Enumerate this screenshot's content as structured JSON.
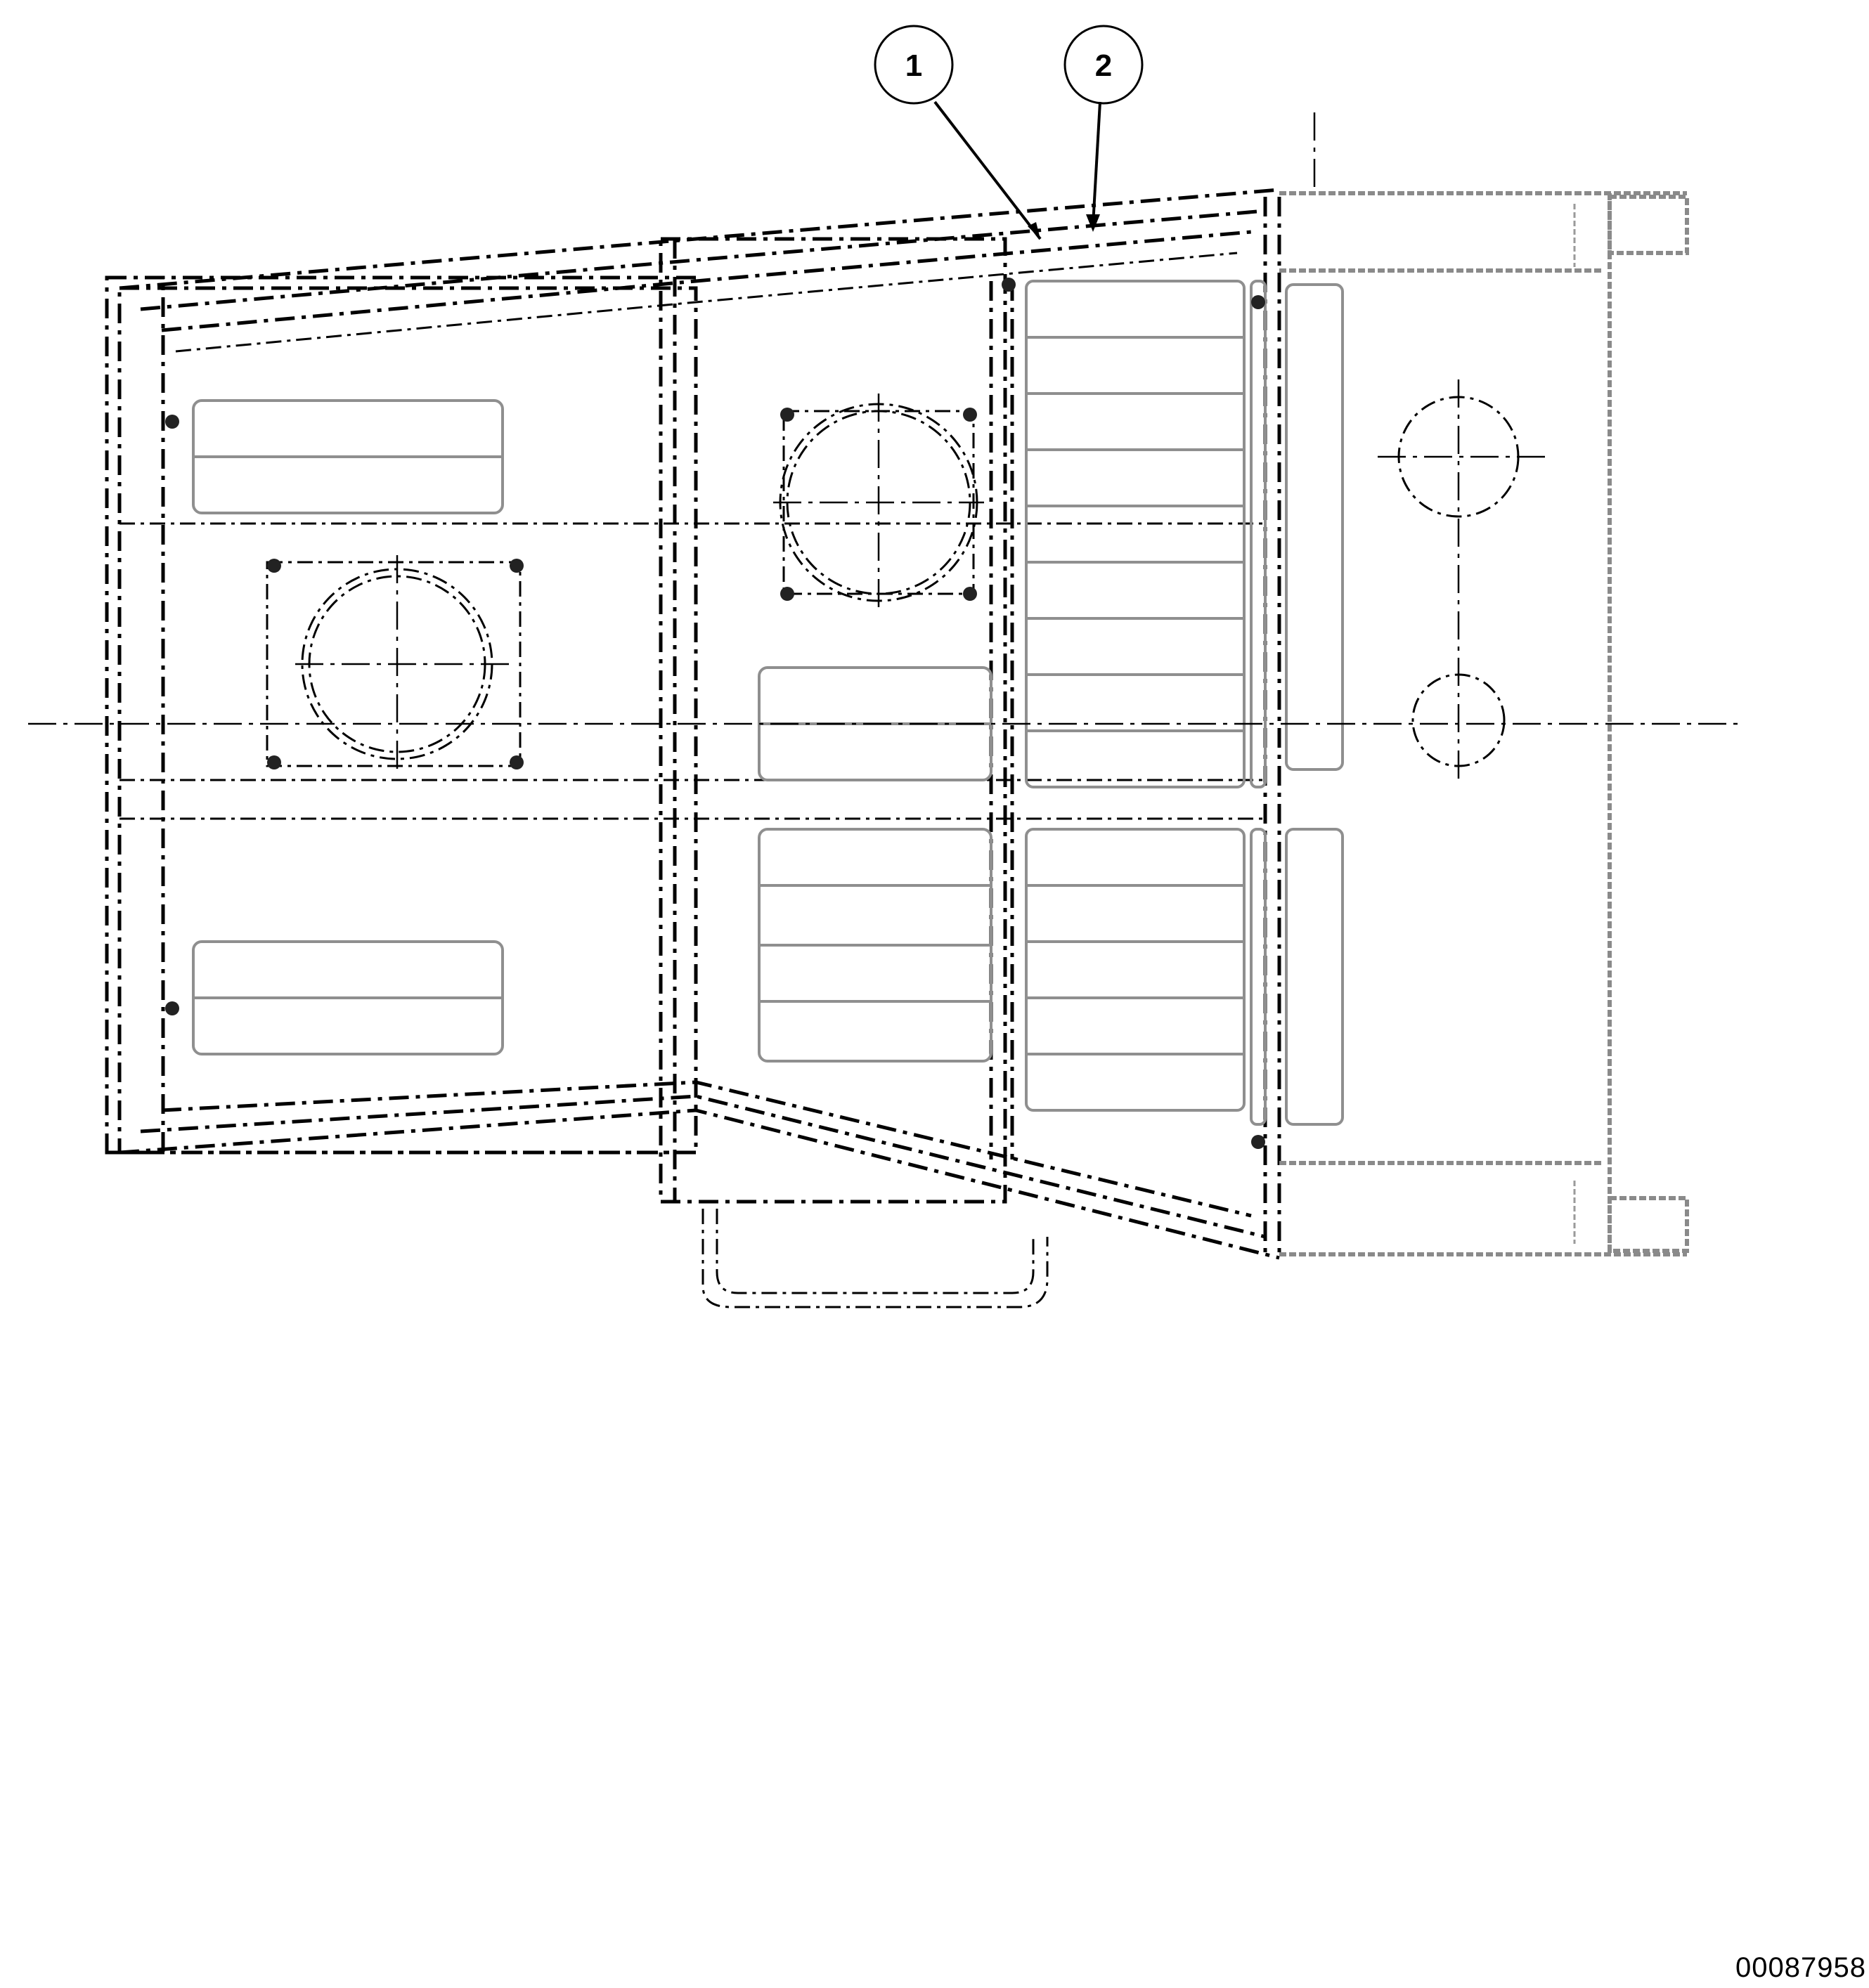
{
  "callouts": [
    {
      "label": "1"
    },
    {
      "label": "2"
    }
  ],
  "document_id": "00087958"
}
